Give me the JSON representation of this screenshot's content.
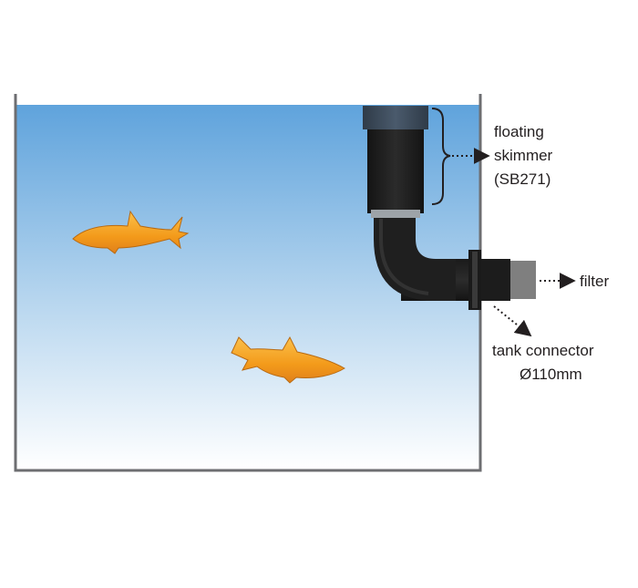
{
  "labels": {
    "skimmer_line1": "floating",
    "skimmer_line2": "skimmer",
    "skimmer_line3": "(SB271)",
    "filter": "filter",
    "connector_line1": "tank connector",
    "connector_line2": "Ø110mm"
  },
  "colors": {
    "water_top": "#5fa3dc",
    "water_bottom": "#ffffff",
    "tank_wall": "#6d6e71",
    "pipe": "#231f20",
    "skimmer_top": "#3e4d5e",
    "pipe_ring": "#9da3a8",
    "filter_stub": "#7f7f7f",
    "fish_body": "#f7a21b",
    "fish_outline": "#b86a12",
    "text": "#231f20"
  },
  "icons": {
    "fish": "fish-icon",
    "brace": "curly-brace-icon",
    "arrow": "dotted-arrow-icon"
  }
}
